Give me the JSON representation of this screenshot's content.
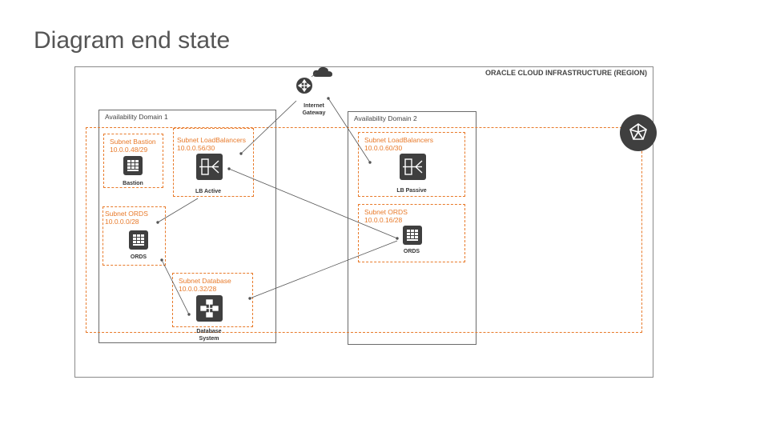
{
  "slide": {
    "title": "Diagram end state"
  },
  "region": {
    "label": "ORACLE CLOUD INFRASTRUCTURE (REGION)"
  },
  "internet_gateway": {
    "label_line1": "Internet",
    "label_line2": "Gateway"
  },
  "availability_domains": [
    {
      "label": "Availability Domain 1"
    },
    {
      "label": "Availability Domain 2"
    }
  ],
  "subnets": {
    "bastion": {
      "name": "Subnet Bastion",
      "cidr": "10.0.0.48/29",
      "node": "Bastion"
    },
    "lb1": {
      "name": "Subnet LoadBalancers",
      "cidr": "10.0.0.56/30",
      "node": "LB Active"
    },
    "ords1": {
      "name": "Subnet ORDS",
      "cidr": "10.0.0.0/28",
      "node": "ORDS"
    },
    "db": {
      "name": "Subnet Database",
      "cidr": "10.0.0.32/28",
      "node_line1": "Database",
      "node_line2": "System"
    },
    "lb2": {
      "name": "Subnet LoadBalancers",
      "cidr": "10.0.0.60/30",
      "node": "LB Passive"
    },
    "ords2": {
      "name": "Subnet ORDS",
      "cidr": "10.0.0.16/28",
      "node": "ORDS"
    }
  },
  "icons": {
    "gateway": "router-icon",
    "cloud": "cloud-icon",
    "vcn": "vcn-icon",
    "compute": "compute-icon",
    "load_balancer": "load-balancer-icon",
    "database": "database-icon"
  },
  "colors": {
    "accent": "#e87a2a",
    "icon": "#3f3f3f",
    "border": "#6a6a6a"
  }
}
